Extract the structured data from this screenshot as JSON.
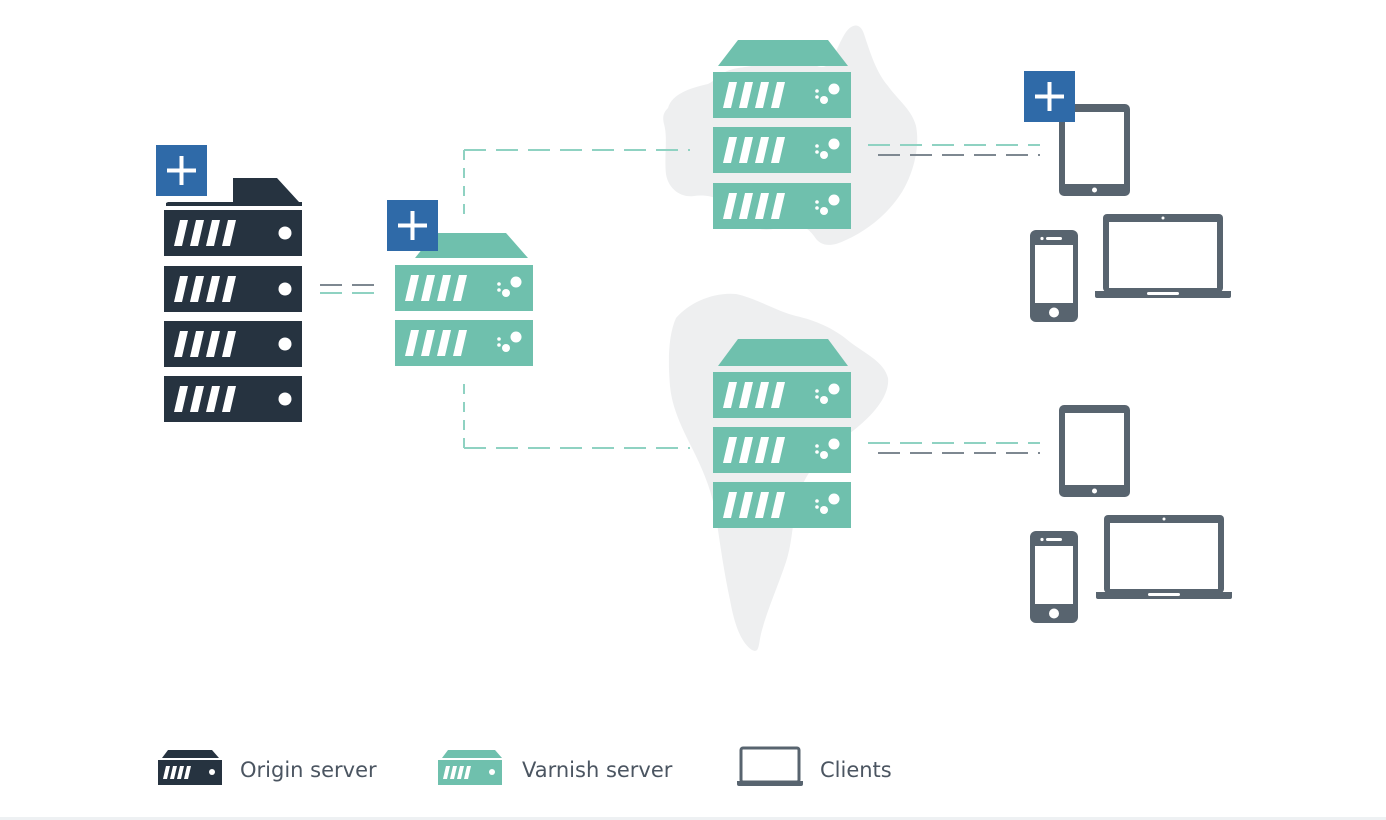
{
  "colors": {
    "origin": "#263340",
    "varnish": "#6fc0ad",
    "client": "#58646f",
    "accent": "#2f6aa8",
    "continent": "#eeeff0",
    "link_varnish": "#8fd2c2",
    "link_client": "#7e8891"
  },
  "legend": {
    "origin_label": "Origin server",
    "varnish_label": "Varnish server",
    "clients_label": "Clients"
  },
  "icons": [
    "plus-icon",
    "server-icon",
    "tablet-icon",
    "phone-icon",
    "laptop-icon",
    "australia-map",
    "south-america-map"
  ]
}
